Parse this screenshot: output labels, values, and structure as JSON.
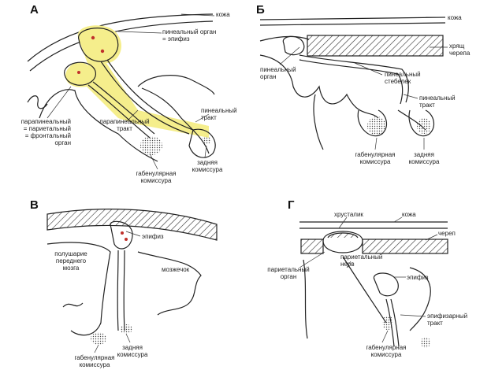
{
  "colors": {
    "highlight": "#f5ee8c",
    "hatch": "#333333",
    "accent": "#c0302b"
  },
  "panels": [
    {
      "letter": "А",
      "labels": {
        "skin": "кожа",
        "pineal_organ": [
          "пинеальный орган",
          "= эпифиз"
        ],
        "parapineal": [
          "парапинеальный",
          "= париетальный",
          "= фронтальный",
          "орган"
        ],
        "parapineal_tract": [
          "парапинеальный",
          "тракт"
        ],
        "pineal_tract": [
          "пинеальный",
          "тракт"
        ],
        "habenular": [
          "габенулярная",
          "комиссура"
        ],
        "posterior": [
          "задняя",
          "комиссура"
        ]
      }
    },
    {
      "letter": "Б",
      "labels": {
        "skin": "кожа",
        "skull": [
          "хрящ",
          "черепа"
        ],
        "pineal_organ": [
          "пинеальный",
          "орган"
        ],
        "pineal_stalk": [
          "пинеальный",
          "стебелек"
        ],
        "pineal_tract": [
          "пинеальный",
          "тракт"
        ],
        "habenular": [
          "габенулярная",
          "комиссура"
        ],
        "posterior": [
          "задняя",
          "комиссура"
        ]
      }
    },
    {
      "letter": "В",
      "labels": {
        "epiphysis": "эпифиз",
        "hemisphere": [
          "полушарие",
          "переднего",
          "мозга"
        ],
        "cerebellum": "мозжечок",
        "habenular": [
          "габенулярная",
          "комиссура"
        ],
        "posterior": [
          "задняя",
          "комиссура"
        ]
      }
    },
    {
      "letter": "Г",
      "labels": {
        "lens": "хрусталик",
        "skin": "кожа",
        "skull": "череп",
        "parietal_organ": [
          "париетальный",
          "орган"
        ],
        "parietal_nerve": [
          "париетальный",
          "нерв"
        ],
        "epiphysis": "эпифиз",
        "epiphyseal_tract": [
          "эпифизарный",
          "тракт"
        ],
        "habenular": [
          "габенулярная",
          "комиссура"
        ]
      }
    }
  ]
}
